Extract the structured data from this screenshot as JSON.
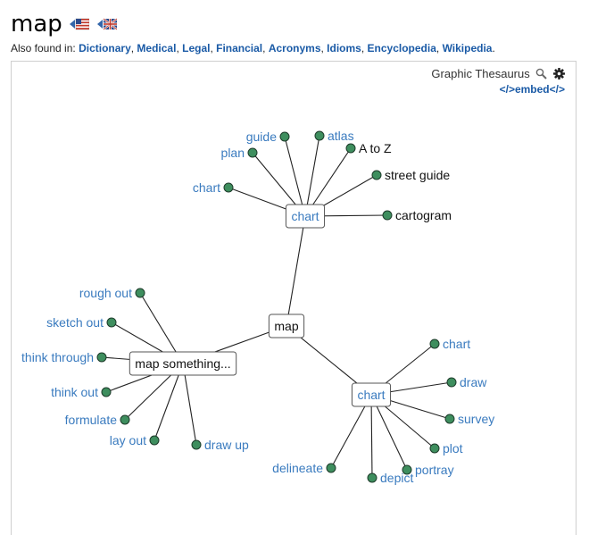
{
  "header": {
    "word": "map",
    "also_found_label": "Also found in: ",
    "also_found_links": [
      "Dictionary",
      "Medical",
      "Legal",
      "Financial",
      "Acronyms",
      "Idioms",
      "Encyclopedia",
      "Wikipedia"
    ],
    "also_found_end": "."
  },
  "thesaurus": {
    "brand": "Graphic Thesaurus",
    "embed_label": "</>embed</>"
  },
  "graph": {
    "center": "map",
    "hubs": [
      {
        "id": "chart-noun-1",
        "label": "chart",
        "color": "blue",
        "leaves": [
          {
            "label": "guide",
            "color": "blue"
          },
          {
            "label": "atlas",
            "color": "blue"
          },
          {
            "label": "plan",
            "color": "blue"
          },
          {
            "label": "A to Z",
            "color": "black"
          },
          {
            "label": "street guide",
            "color": "black"
          },
          {
            "label": "chart",
            "color": "blue"
          },
          {
            "label": "cartogram",
            "color": "black"
          }
        ]
      },
      {
        "id": "map-something",
        "label": "map something...",
        "color": "black",
        "leaves": [
          {
            "label": "rough out",
            "color": "blue"
          },
          {
            "label": "sketch out",
            "color": "blue"
          },
          {
            "label": "think through",
            "color": "blue"
          },
          {
            "label": "think out",
            "color": "blue"
          },
          {
            "label": "formulate",
            "color": "blue"
          },
          {
            "label": "lay out",
            "color": "blue"
          },
          {
            "label": "draw up",
            "color": "blue"
          }
        ]
      },
      {
        "id": "chart-verb",
        "label": "chart",
        "color": "blue",
        "leaves": [
          {
            "label": "chart",
            "color": "blue"
          },
          {
            "label": "draw",
            "color": "blue"
          },
          {
            "label": "survey",
            "color": "blue"
          },
          {
            "label": "plot",
            "color": "blue"
          },
          {
            "label": "portray",
            "color": "blue"
          },
          {
            "label": "depict",
            "color": "blue"
          },
          {
            "label": "delineate",
            "color": "blue"
          }
        ]
      }
    ]
  }
}
